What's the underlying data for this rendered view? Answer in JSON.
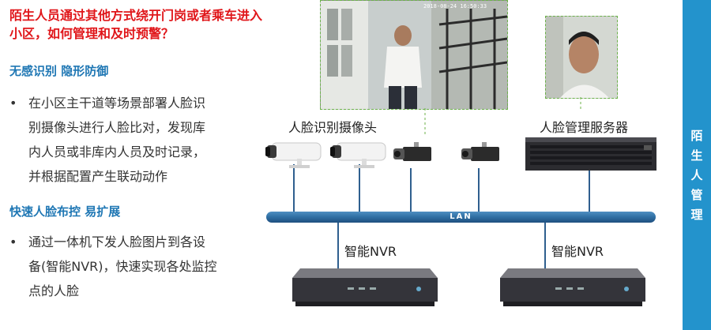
{
  "question_title": "陌生人员通过其他方式绕开门岗或者乘车进入小区，如何管理和及时预警？",
  "sections": [
    {
      "heading": "无感识别 隐形防御",
      "bullet_lines": [
        "在小区主干道等场景部署人脸识",
        "别摄像头进行人脸比对，发现库",
        "内人员或非库内人员及时记录，",
        "并根据配置产生联动动作"
      ]
    },
    {
      "heading": "快速人脸布控 易扩展",
      "bullet_lines": [
        "通过一体机下发人脸图片到各设",
        "备(智能NVR)，快速实现各处监控",
        "点的人脸"
      ]
    }
  ],
  "bullet_symbol": "•",
  "diagram": {
    "camera_label": "人脸识别摄像头",
    "server_label": "人脸管理服务器",
    "lan_label": "LAN",
    "nvr_labels": [
      "智能NVR",
      "智能NVR"
    ],
    "snapshot_timestamp": "2018-08-24 16:50:33"
  },
  "side_panel": {
    "text_chars": [
      "陌",
      "生",
      "人",
      "管",
      "理"
    ]
  },
  "colors": {
    "title_red": "#e0161a",
    "heading_blue": "#1f77b4",
    "side_panel": "#2393cc",
    "lan_bar": "#2f6fa3",
    "connector_line": "#2f5f8f",
    "dashed_green": "#6cb14a"
  }
}
